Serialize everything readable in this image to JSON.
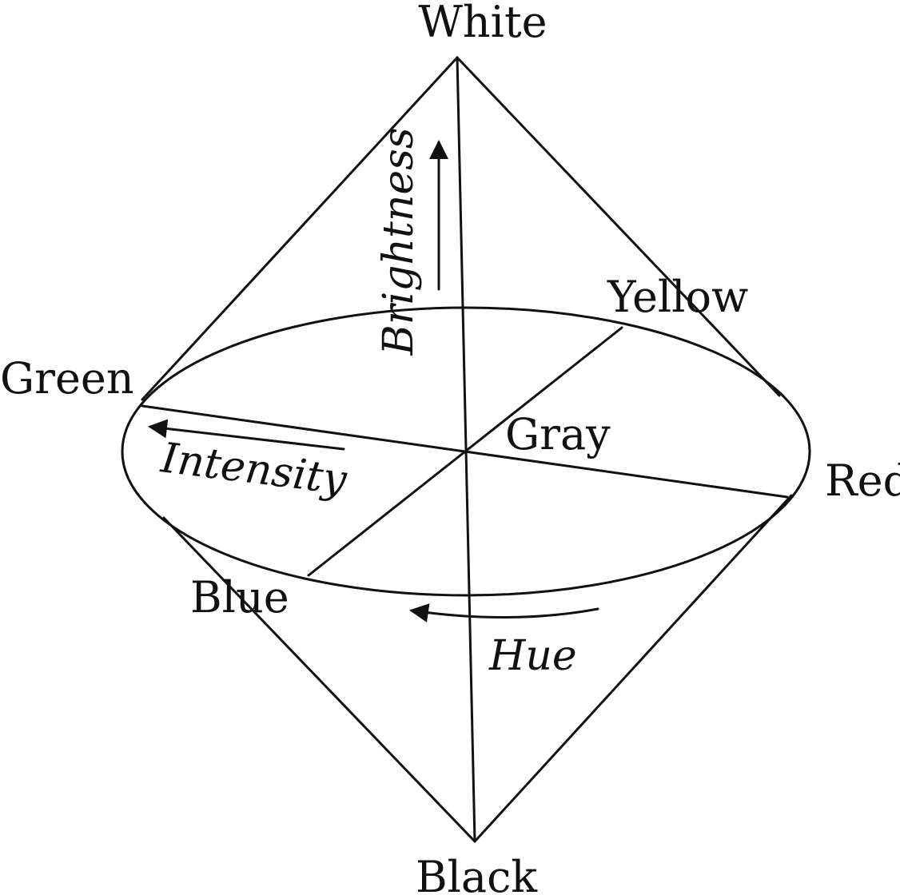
{
  "diagram": {
    "title": "",
    "nodes": {
      "white": "White",
      "black": "Black",
      "green": "Green",
      "red": "Red",
      "yellow": "Yellow",
      "blue": "Blue",
      "gray": "Gray"
    },
    "axes": {
      "brightness": "Brightness",
      "intensity": "Intensity",
      "hue": "Hue"
    },
    "colors": {
      "line": "#111111",
      "background": "#ffffff"
    }
  }
}
